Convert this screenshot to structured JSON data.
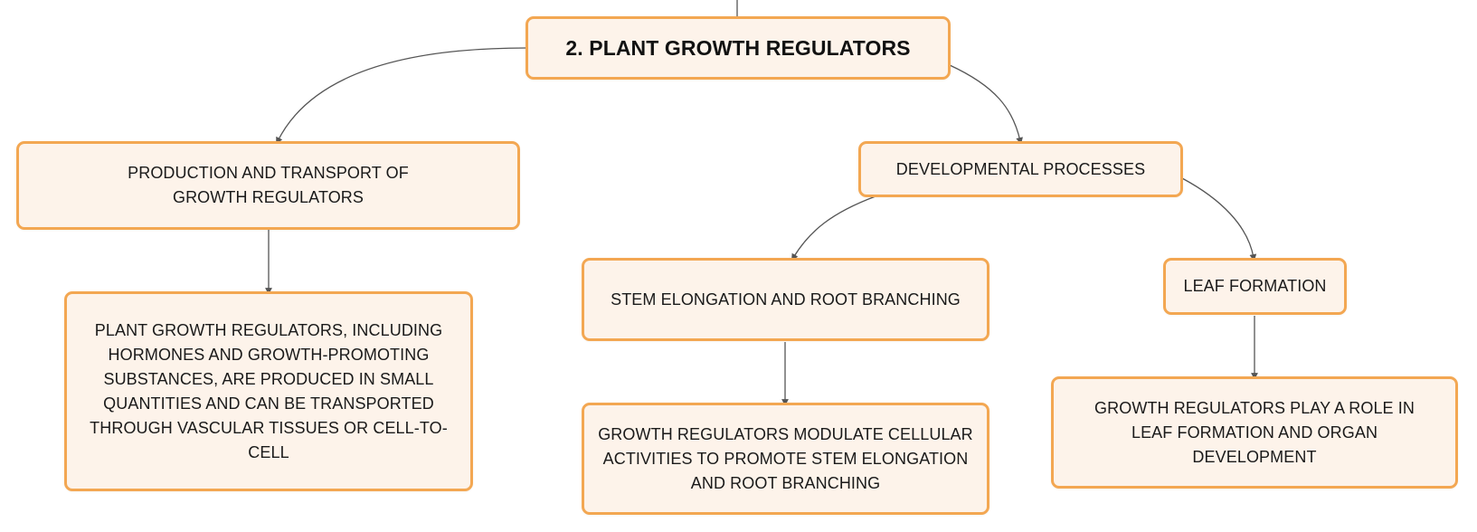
{
  "diagram": {
    "root": "2. PLANT GROWTH REGULATORS",
    "branches": [
      {
        "label": "PRODUCTION AND TRANSPORT OF GROWTH REGULATORS",
        "detail": "PLANT GROWTH REGULATORS, INCLUDING HORMONES AND GROWTH-PROMOTING SUBSTANCES, ARE PRODUCED IN SMALL QUANTITIES AND CAN BE TRANSPORTED THROUGH VASCULAR TISSUES OR CELL-TO-CELL"
      },
      {
        "label": "DEVELOPMENTAL PROCESSES",
        "children": [
          {
            "label": "STEM ELONGATION AND ROOT BRANCHING",
            "detail": "GROWTH REGULATORS MODULATE CELLULAR ACTIVITIES TO PROMOTE STEM ELONGATION AND ROOT BRANCHING"
          },
          {
            "label": "LEAF FORMATION",
            "detail": "GROWTH REGULATORS PLAY A ROLE IN LEAF FORMATION AND ORGAN DEVELOPMENT"
          }
        ]
      }
    ]
  },
  "colors": {
    "node_fill": "#fdf3ea",
    "node_border": "#f3a752",
    "connector": "#555555",
    "text": "#1a1a1a"
  }
}
